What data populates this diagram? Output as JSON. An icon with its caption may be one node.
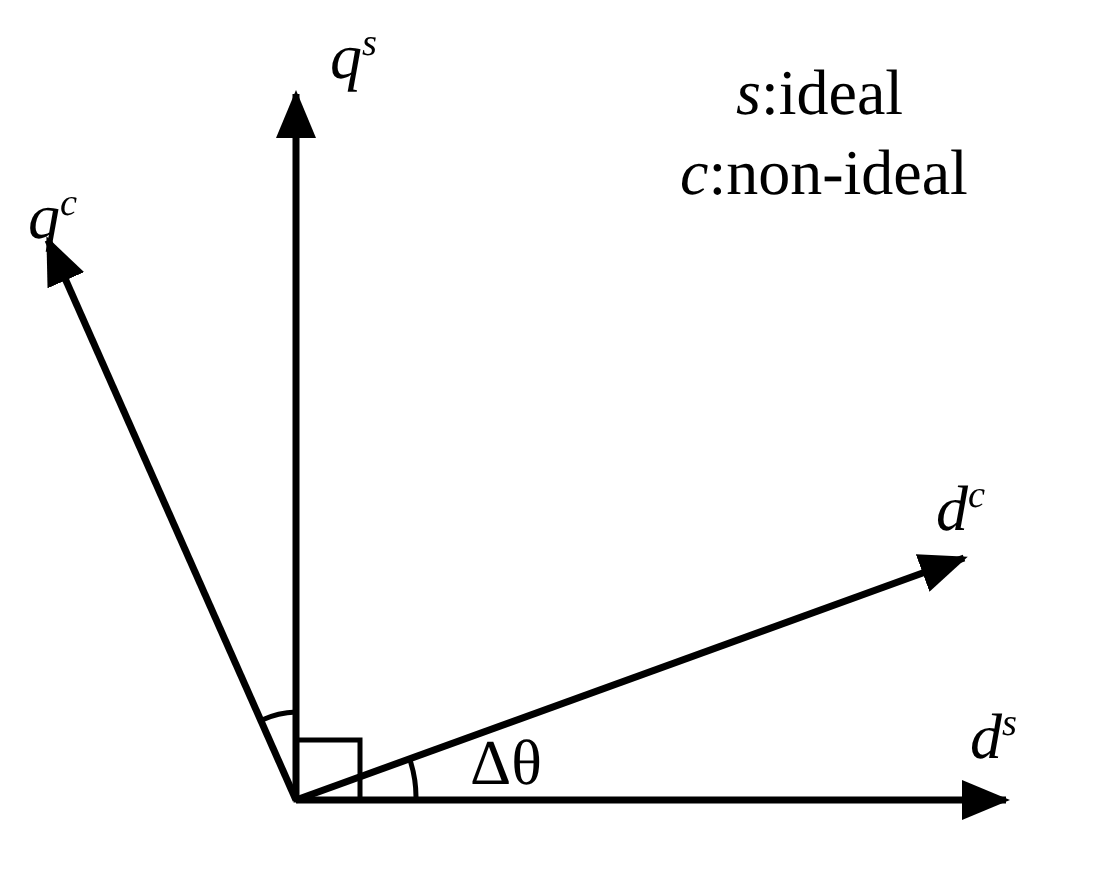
{
  "diagram": {
    "labels": [
      "*q*$^{s}$",
      "*s*:ideal",
      "*q*$^{c}$",
      "*c*:non-ideal",
      "*d*$^{c}$",
      "Δθ",
      "*d*$^{s}$"
    ]
  }
}
